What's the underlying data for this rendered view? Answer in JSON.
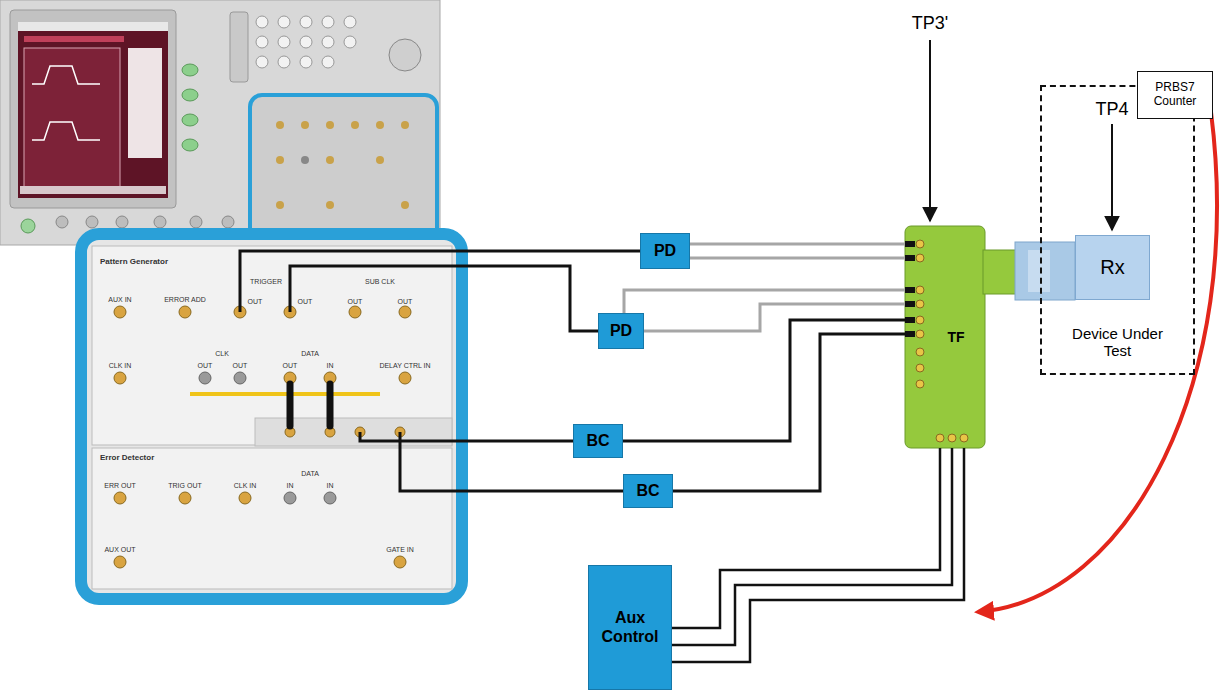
{
  "diagram": {
    "nodes": [
      {
        "text": [
          "PD"
        ]
      },
      {
        "text": [
          "PD"
        ]
      },
      {
        "text": [
          "BC"
        ]
      },
      {
        "text": [
          "BC"
        ]
      },
      {
        "text": [
          "TF"
        ]
      },
      {
        "text": [
          "Device Under Test"
        ]
      },
      {
        "text": [
          "Rx"
        ],
        "in": 5
      },
      {
        "text": [
          "PRBS7 Counter"
        ],
        "in": 5
      },
      {
        "text": [
          "Aux Control"
        ]
      }
    ],
    "edges": [
      {
        "from": 0,
        "to": 4,
        "arrow": "none"
      },
      {
        "from": 0,
        "to": 4,
        "arrow": "none"
      },
      {
        "from": 1,
        "to": 4,
        "arrow": "none"
      },
      {
        "from": 1,
        "to": 4,
        "arrow": "none"
      },
      {
        "from": 2,
        "to": 4,
        "arrow": "none"
      },
      {
        "from": 3,
        "to": 4,
        "arrow": "none"
      },
      {
        "from": 8,
        "to": 4,
        "arrow": "none"
      },
      {
        "from": 8,
        "to": 4,
        "arrow": "none"
      },
      {
        "from": 8,
        "to": 4,
        "arrow": "none"
      }
    ],
    "labels": [
      "TP3'",
      "TP4",
      "Pattern Generator",
      "AUX IN",
      "ERROR ADD",
      "TRIGGER",
      "OUT",
      "OUT",
      "SUB CLK",
      "OUT",
      "OUT",
      "CLK IN",
      "CLK",
      "OUT",
      "OUT",
      "DATA",
      "OUT",
      "IN",
      "DELAY CTRL IN",
      "Error Detector",
      "ERR OUT",
      "TRIG OUT",
      "CLK IN",
      "DATA",
      "IN",
      "IN",
      "AUX OUT",
      "GATE IN"
    ]
  }
}
